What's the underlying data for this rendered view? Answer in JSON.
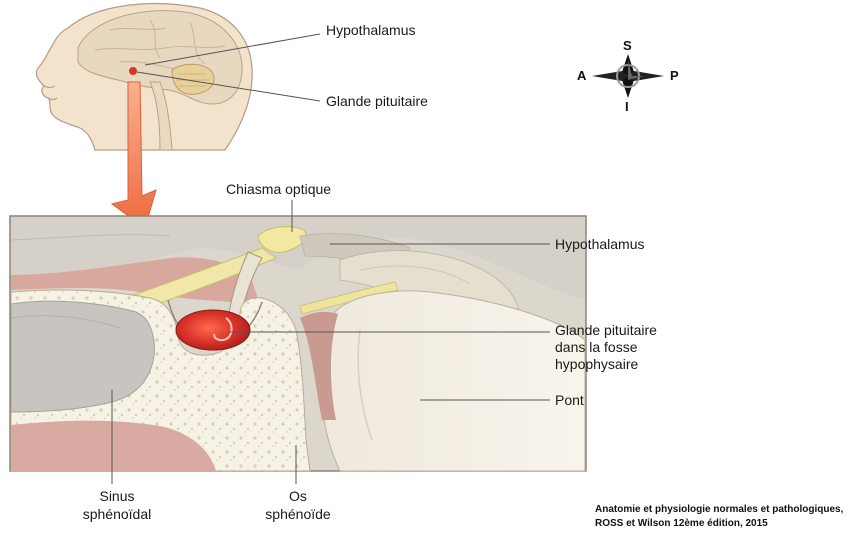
{
  "labels": {
    "hypothalamus_top": "Hypothalamus",
    "glande_top": "Glande pituitaire",
    "chiasma": "Chiasma optique",
    "hypothalamus_main": "Hypothalamus",
    "glande_main_1": "Glande pituitaire",
    "glande_main_2": "dans la fosse",
    "glande_main_3": "hypophysaire",
    "pont": "Pont",
    "sinus_1": "Sinus",
    "sinus_2": "sphénoïdal",
    "os_1": "Os",
    "os_2": "sphénoïde"
  },
  "compass": {
    "north": "S",
    "south": "I",
    "west": "A",
    "east": "P"
  },
  "credit": {
    "line1": "Anatomie et physiologie normales et pathologiques,",
    "line2": "ROSS et Wilson 12ème édition, 2015"
  },
  "colors": {
    "skin": "#f0dcc4",
    "brain": "#e4d3ba",
    "gland": "#d9322a",
    "optic": "#efe7a6",
    "bone": "#f6f1e4",
    "panel_bg": "#ddd8cf",
    "arrow": "#f07a54"
  }
}
